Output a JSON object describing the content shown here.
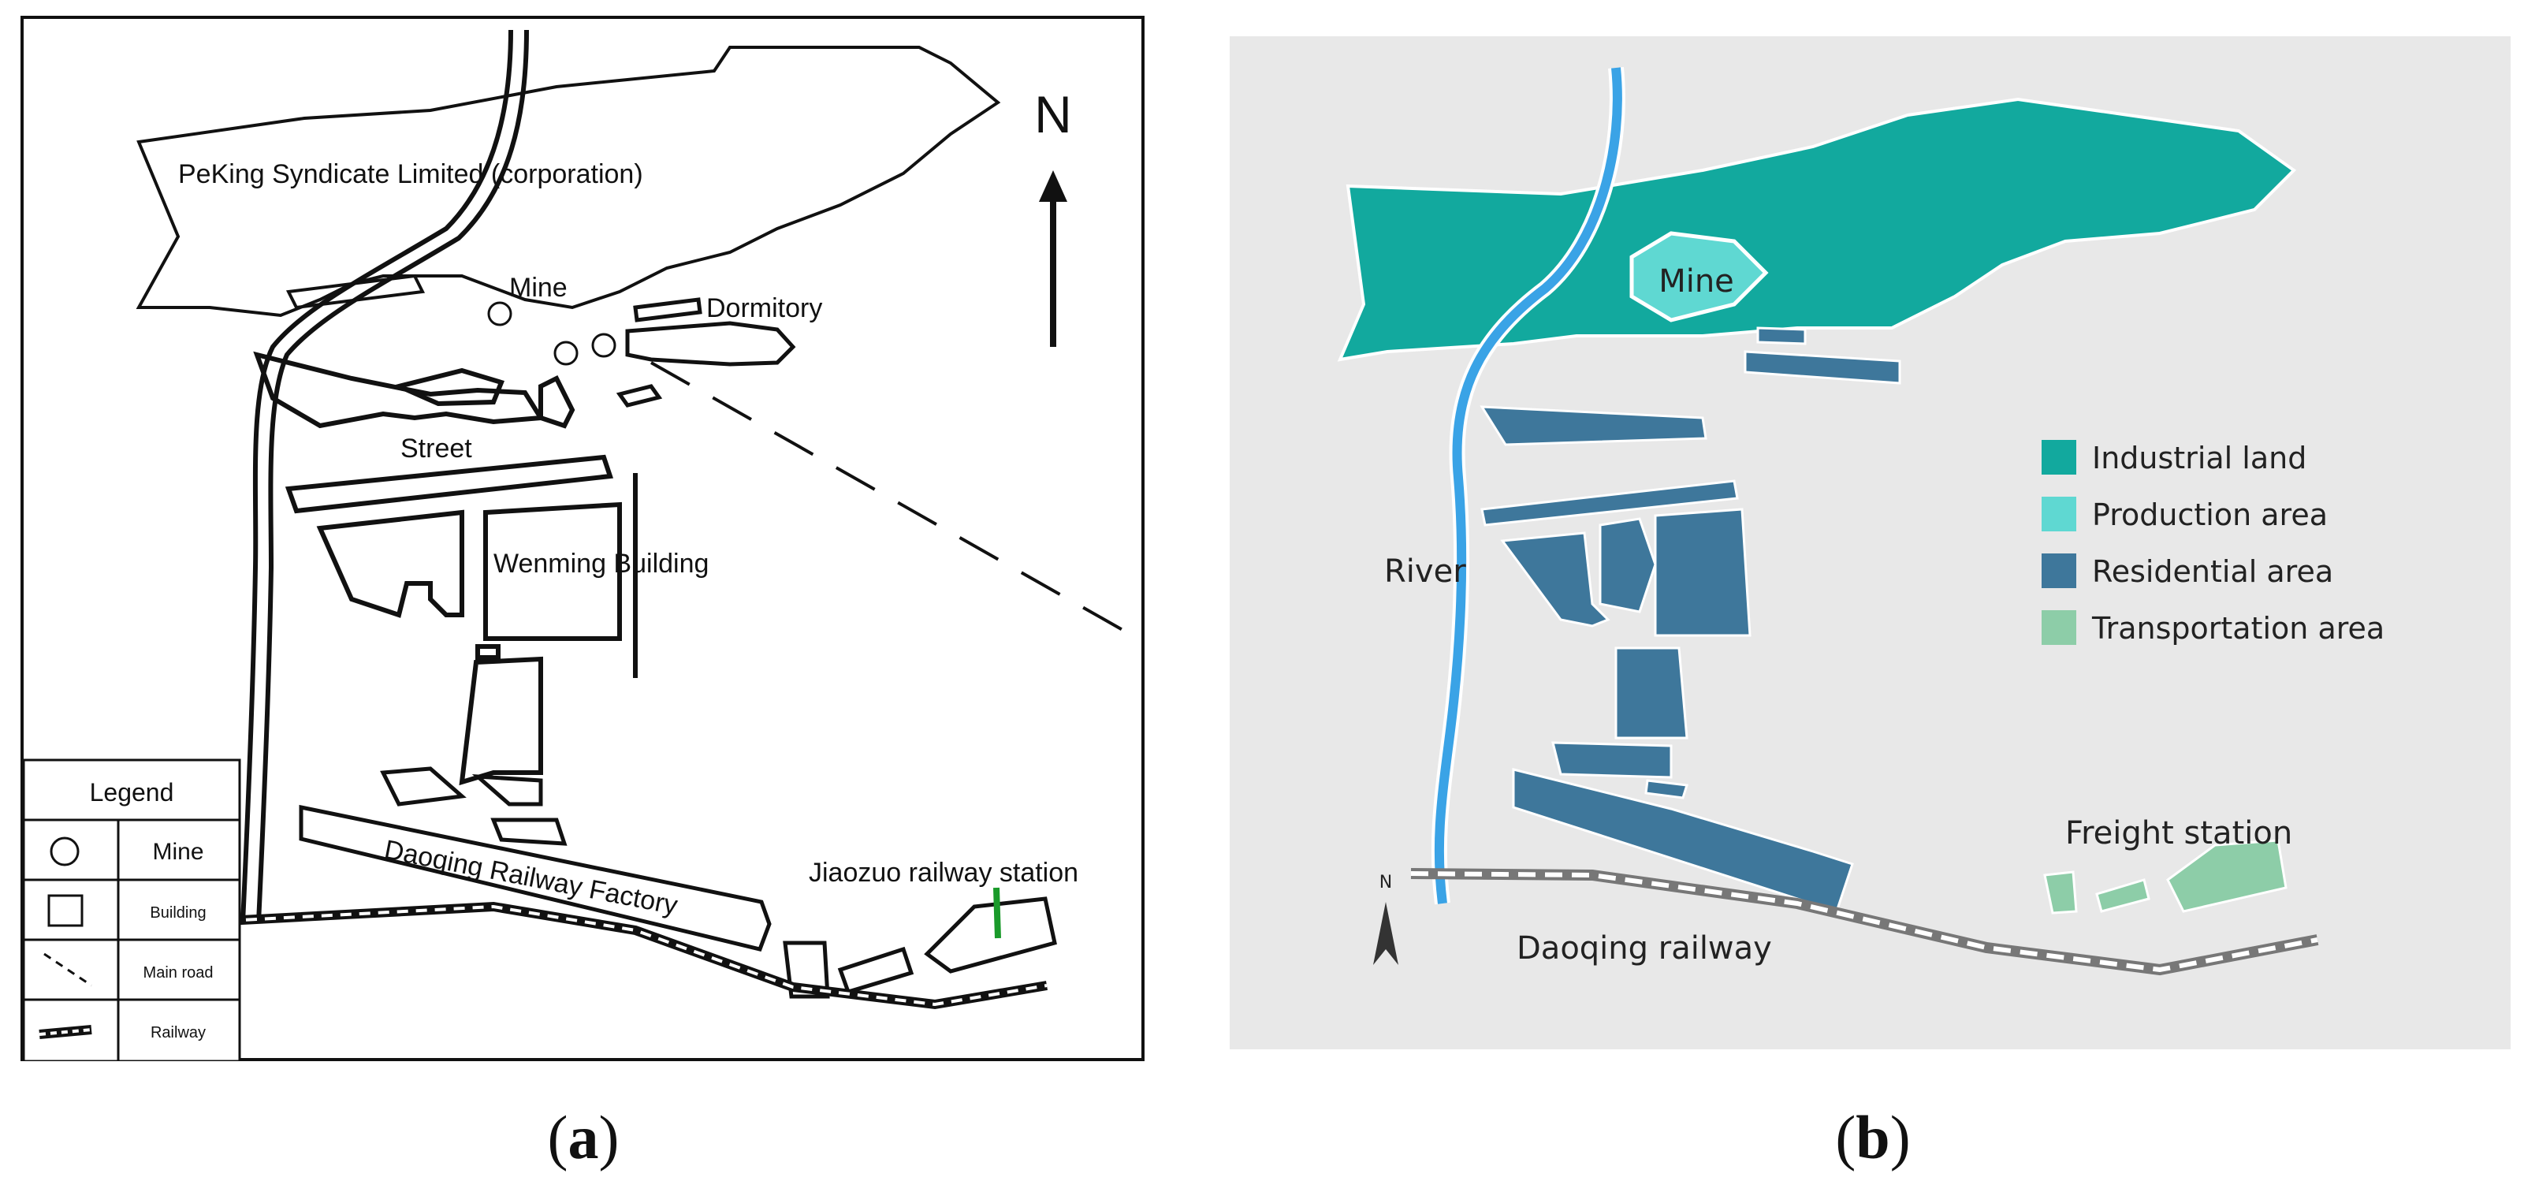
{
  "panel_a": {
    "caption_letter": "a",
    "north_label": "N",
    "labels": {
      "corporation": "PeKing Syndicate Limited (corporation)",
      "mine": "Mine",
      "dormitory": "Dormitory",
      "street": "Street",
      "wenming": "Wenming Building",
      "factory": "Daoqing Railway Factory",
      "station": "Jiaozuo railway  station"
    },
    "legend": {
      "title": "Legend",
      "items": [
        {
          "label": "Mine",
          "icon": "circle-icon"
        },
        {
          "label": "Building",
          "icon": "square-icon"
        },
        {
          "label": "Main road",
          "icon": "dashed-line-icon"
        },
        {
          "label": "Railway",
          "icon": "railway-icon"
        }
      ]
    }
  },
  "panel_b": {
    "caption_letter": "b",
    "north_label": "N",
    "labels": {
      "mine": "Mine",
      "river": "River",
      "freight": "Freight station",
      "railway": "Daoqing railway"
    },
    "legend": {
      "items": [
        {
          "label": "Industrial land",
          "color": "#12a99e"
        },
        {
          "label": "Production area",
          "color": "#5fd8d2"
        },
        {
          "label": "Residential area",
          "color": "#3e779b"
        },
        {
          "label": "Transportation area",
          "color": "#8dcda8"
        }
      ]
    },
    "colors": {
      "background": "#e8e8e8",
      "river": "#3aa3e6",
      "industrial": "#12a99e",
      "production": "#5fd8d2",
      "residential": "#3e779b",
      "transportation": "#8dcda8"
    }
  }
}
